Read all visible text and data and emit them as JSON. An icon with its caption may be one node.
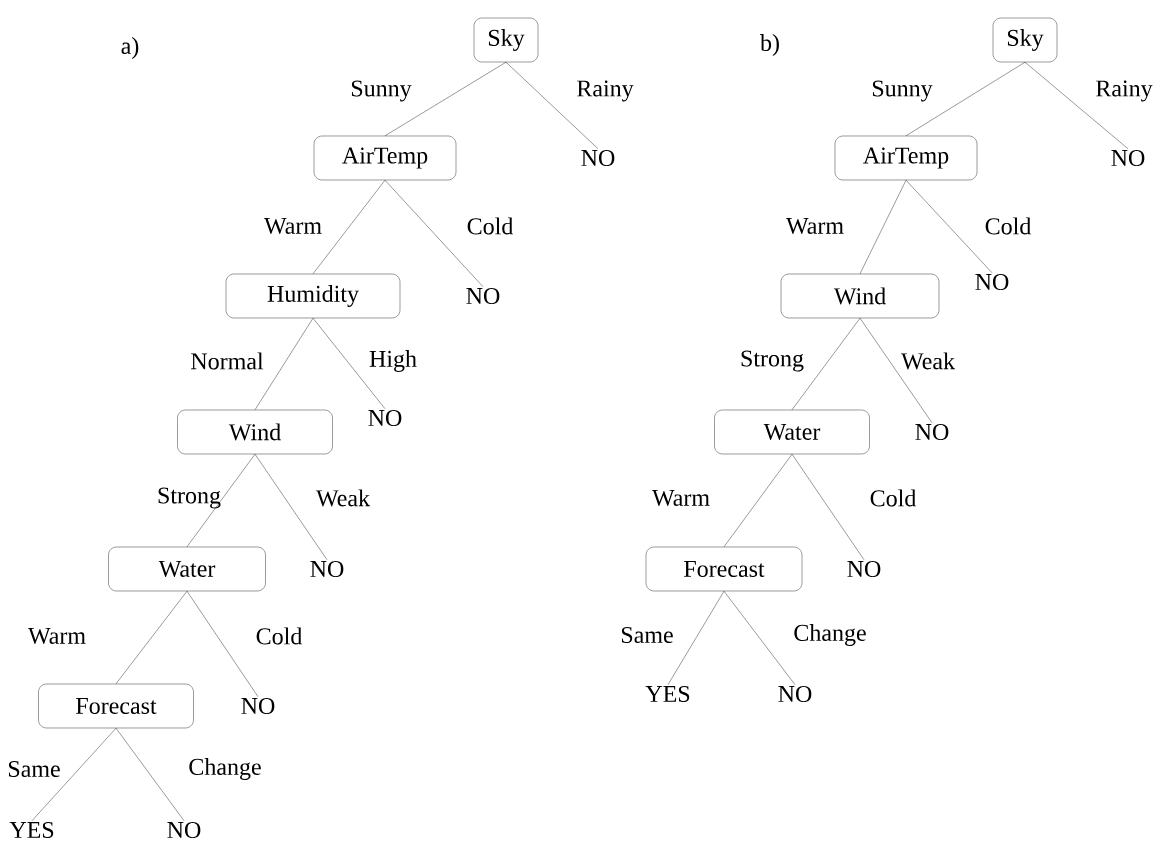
{
  "diagram": {
    "nodes": [
      {
        "text": [
          "Sky"
        ]
      },
      {
        "text": [
          "AirTemp"
        ]
      },
      {
        "text": [
          "NO"
        ]
      },
      {
        "text": [
          "Humidity"
        ]
      },
      {
        "text": [
          "NO"
        ]
      },
      {
        "text": [
          "Wind"
        ]
      },
      {
        "text": [
          "NO"
        ]
      },
      {
        "text": [
          "Water"
        ]
      },
      {
        "text": [
          "NO"
        ]
      },
      {
        "text": [
          "Forecast"
        ]
      },
      {
        "text": [
          "NO"
        ]
      },
      {
        "text": [
          "YES"
        ]
      },
      {
        "text": [
          "NO"
        ]
      },
      {
        "text": [
          "Sky"
        ]
      },
      {
        "text": [
          "AirTemp"
        ]
      },
      {
        "text": [
          "NO"
        ]
      },
      {
        "text": [
          "Wind"
        ]
      },
      {
        "text": [
          "NO"
        ]
      },
      {
        "text": [
          "Water"
        ]
      },
      {
        "text": [
          "NO"
        ]
      },
      {
        "text": [
          "Forecast"
        ]
      },
      {
        "text": [
          "NO"
        ]
      },
      {
        "text": [
          "YES"
        ]
      },
      {
        "text": [
          "NO"
        ]
      }
    ],
    "edges": [
      {
        "from": 0,
        "to": 1,
        "arrow": "none",
        "label": "Sunny"
      },
      {
        "from": 0,
        "to": 2,
        "arrow": "none",
        "label": "Rainy"
      },
      {
        "from": 1,
        "to": 3,
        "arrow": "none",
        "label": "Warm"
      },
      {
        "from": 1,
        "to": 4,
        "arrow": "none",
        "label": "Cold"
      },
      {
        "from": 3,
        "to": 5,
        "arrow": "none",
        "label": "Normal"
      },
      {
        "from": 3,
        "to": 6,
        "arrow": "none",
        "label": "High"
      },
      {
        "from": 5,
        "to": 7,
        "arrow": "none",
        "label": "Strong"
      },
      {
        "from": 5,
        "to": 8,
        "arrow": "none",
        "label": "Weak"
      },
      {
        "from": 7,
        "to": 9,
        "arrow": "none",
        "label": "Warm"
      },
      {
        "from": 7,
        "to": 10,
        "arrow": "none",
        "label": "Cold"
      },
      {
        "from": 9,
        "to": 11,
        "arrow": "none",
        "label": "Same"
      },
      {
        "from": 9,
        "to": 12,
        "arrow": "none",
        "label": "Change"
      },
      {
        "from": 13,
        "to": 14,
        "arrow": "none",
        "label": "Sunny"
      },
      {
        "from": 13,
        "to": 15,
        "arrow": "none",
        "label": "Rainy"
      },
      {
        "from": 14,
        "to": 16,
        "arrow": "none",
        "label": "Warm"
      },
      {
        "from": 14,
        "to": 17,
        "arrow": "none",
        "label": "Cold"
      },
      {
        "from": 16,
        "to": 18,
        "arrow": "none",
        "label": "Strong"
      },
      {
        "from": 16,
        "to": 19,
        "arrow": "none",
        "label": "Weak"
      },
      {
        "from": 18,
        "to": 20,
        "arrow": "none",
        "label": "Warm"
      },
      {
        "from": 18,
        "to": 21,
        "arrow": "none",
        "label": "Cold"
      },
      {
        "from": 20,
        "to": 22,
        "arrow": "none",
        "label": "Same"
      },
      {
        "from": 20,
        "to": 23,
        "arrow": "none",
        "label": "Change"
      }
    ],
    "labels": [
      "a)",
      "b)"
    ]
  }
}
